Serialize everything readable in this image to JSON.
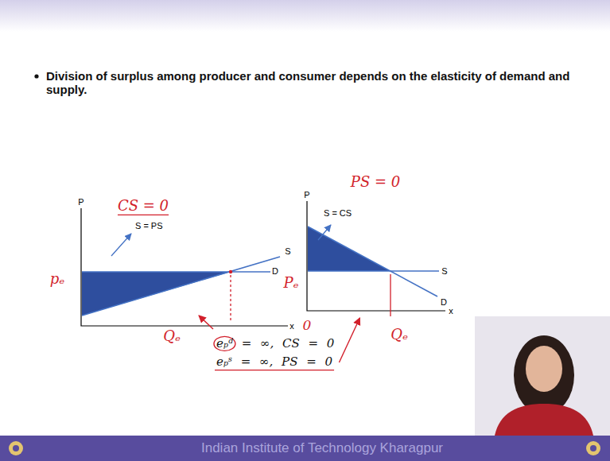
{
  "diagram": {
    "title": "Division of surplus among producer and consumer depends on the elasticity of demand and supply.",
    "labels": [
      "P",
      "S = PS",
      "S",
      "D",
      "x",
      "P",
      "S = CS",
      "S",
      "D",
      "x",
      "CS = 0",
      "pₑ",
      "Qₑ",
      "PS = 0",
      "Pₑ",
      "Qₑ",
      "0",
      "eₚᵈ = ∞, CS = 0",
      "eₚˢ = ∞, PS = 0",
      "Indian Institute of Technology Kharagpur"
    ]
  }
}
